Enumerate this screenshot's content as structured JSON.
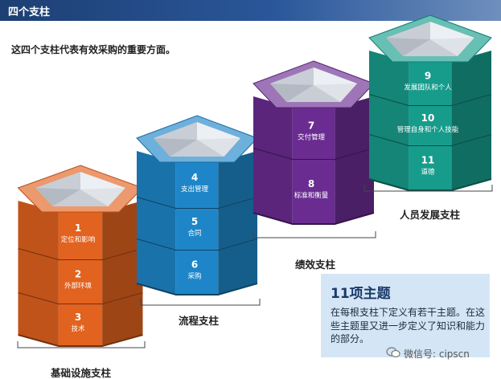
{
  "header": {
    "title": "四个支柱"
  },
  "subtitle": "这四个支柱代表有效采购的重要方面。",
  "pillars": [
    {
      "label": "基础设施支柱",
      "color": "#e2621f",
      "segments": [
        {
          "num": "1",
          "label": "定位和影响"
        },
        {
          "num": "2",
          "label": "外部环境"
        },
        {
          "num": "3",
          "label": "技术"
        }
      ]
    },
    {
      "label": "流程支柱",
      "color": "#1e86c8",
      "segments": [
        {
          "num": "4",
          "label": "支出管理"
        },
        {
          "num": "5",
          "label": "合同"
        },
        {
          "num": "6",
          "label": "采购"
        }
      ]
    },
    {
      "label": "绩效支柱",
      "color": "#6a2c91",
      "segments": [
        {
          "num": "7",
          "label": "交付管理"
        },
        {
          "num": "8",
          "label": "标准和衡量"
        }
      ]
    },
    {
      "label": "人员发展支柱",
      "color": "#179c8c",
      "segments": [
        {
          "num": "9",
          "label": "发展团队和个人"
        },
        {
          "num": "10",
          "label": "管理自身和个人技能"
        },
        {
          "num": "11",
          "label": "道德"
        }
      ]
    }
  ],
  "info": {
    "title": "11项主题",
    "body": "在每根支柱下定义有若干主题。在这些主题里又进一步定义了知识和能力的部分。"
  },
  "watermark": "微信号: cipscn"
}
